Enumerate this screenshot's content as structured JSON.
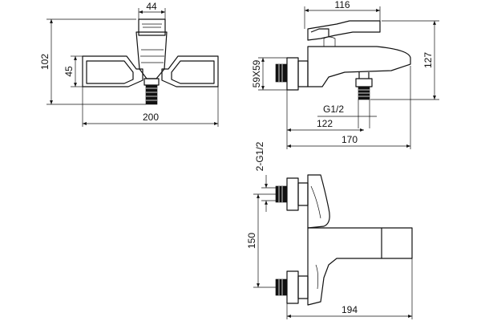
{
  "drawing": {
    "front_view": {
      "width_label": "200",
      "height_label": "102",
      "center_label": "45",
      "handle_width_label": "44"
    },
    "side_view": {
      "length_label": "116",
      "height_label": "127",
      "flange_label": "59X59",
      "outlet_offset_label": "122",
      "thread_label": "G1/2",
      "overall_label": "170"
    },
    "top_view": {
      "inlet_thread_label": "2-G1/2",
      "spacing_label": "150",
      "depth_label": "194"
    }
  }
}
